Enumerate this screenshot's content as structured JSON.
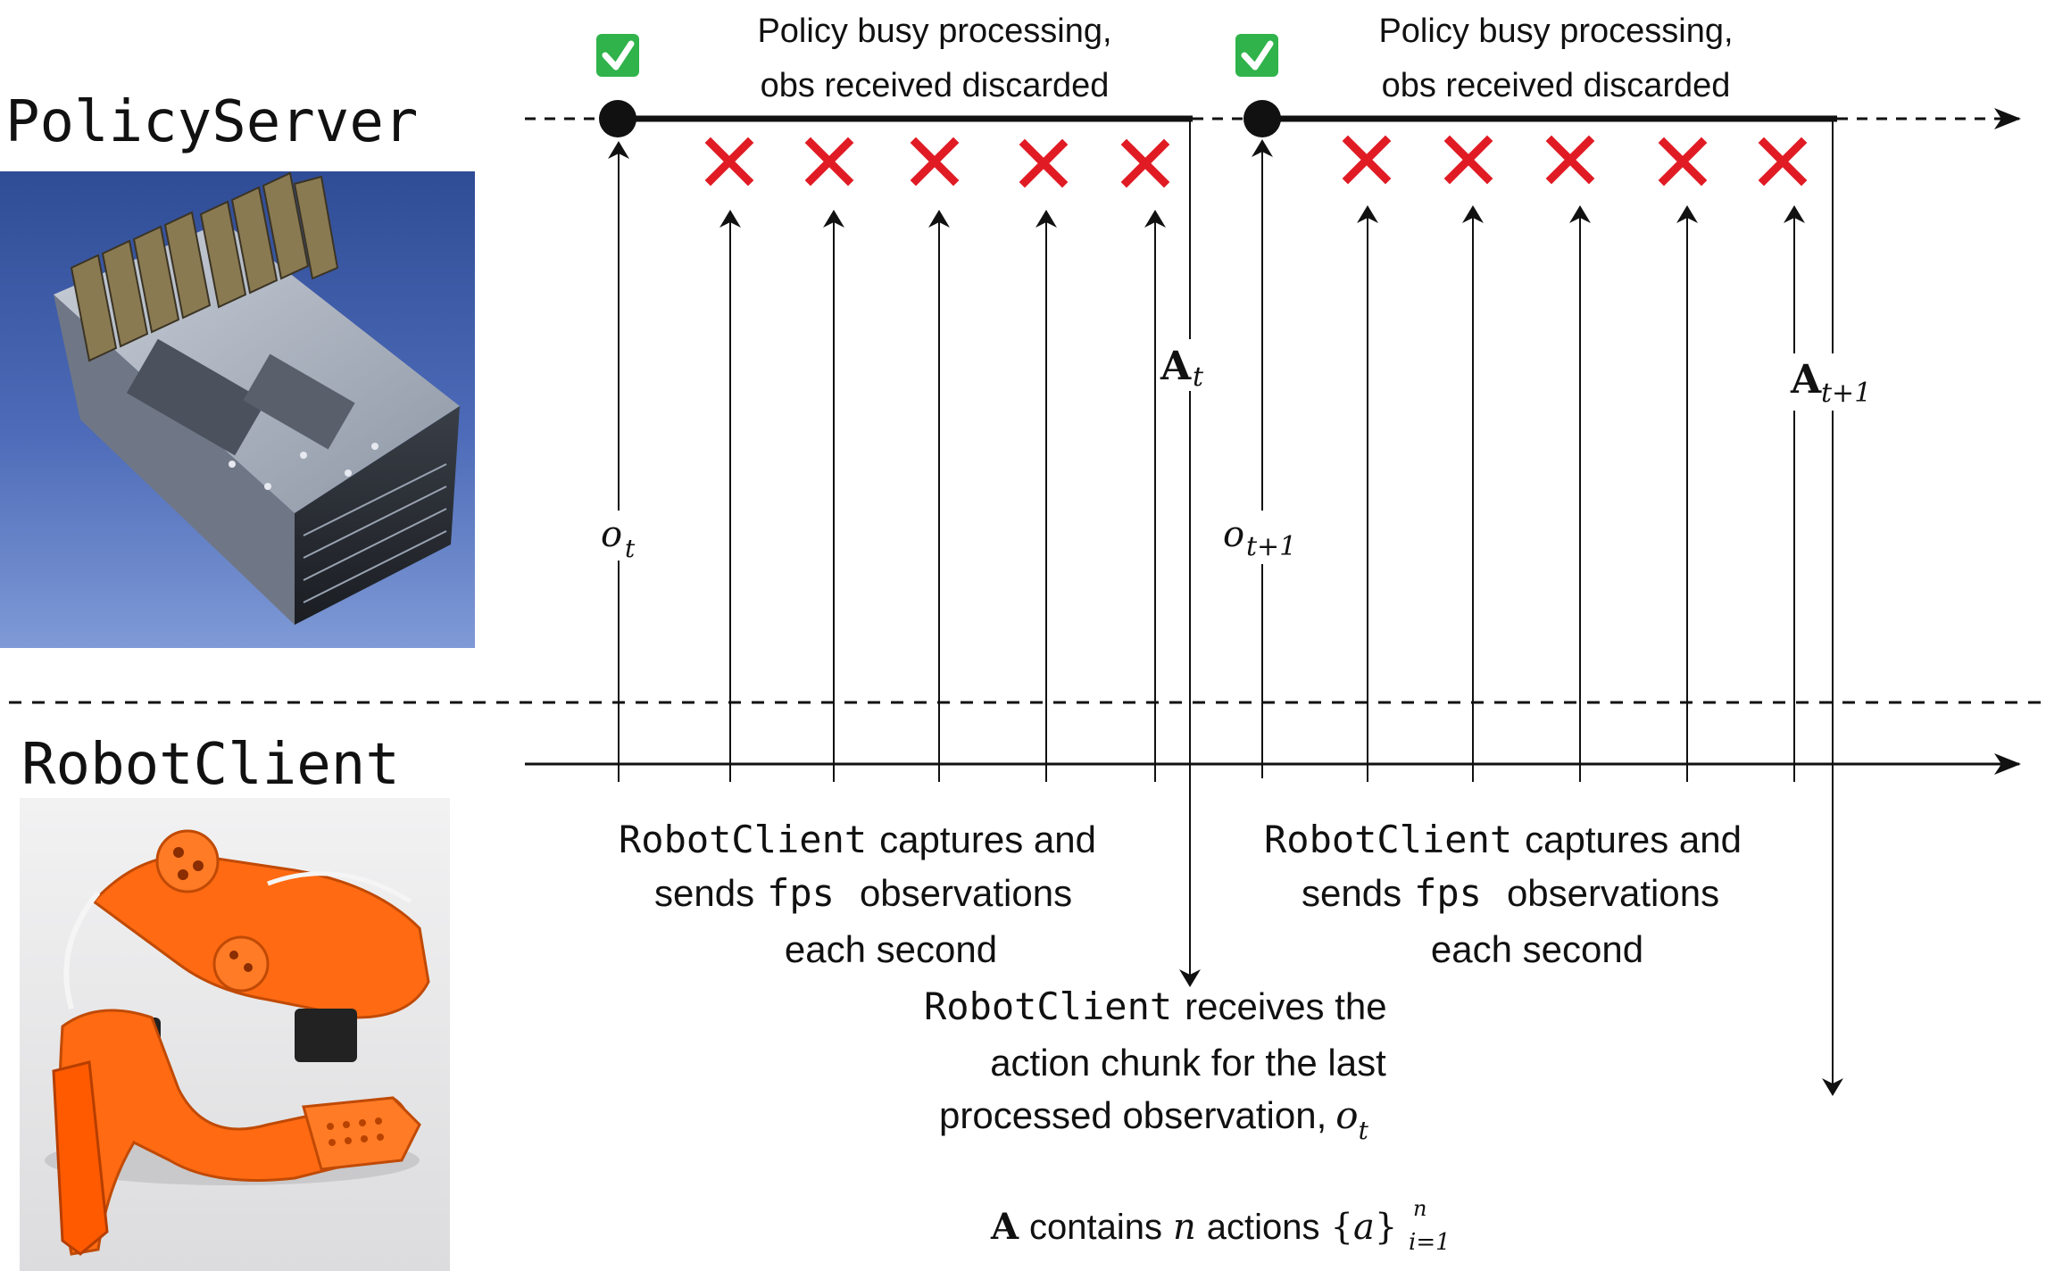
{
  "labels": {
    "server": "PolicyServer",
    "client": "RobotClient"
  },
  "status": {
    "busy_line1": "Policy busy processing,",
    "busy_line2": "obs received discarded",
    "accepted_icon": "check-mark-icon",
    "discarded_icon": "cross-icon"
  },
  "math": {
    "obs_symbol": "o",
    "obs_sub_1": "t",
    "obs_sub_2": "t+1",
    "action_symbol": "A",
    "action_sub_1": "t",
    "action_sub_2": "t+1"
  },
  "captions": {
    "capture_code": "RobotClient",
    "capture_rest1": "captures and",
    "capture_sends": "sends",
    "capture_fps": "fps",
    "capture_obs": "observations",
    "capture_each": "each second",
    "receive_code": "RobotClient",
    "receive_rest1": "receives the",
    "receive_line2": "action chunk for the last",
    "receive_line3": "processed observation,",
    "receive_obs_symbol": "o",
    "receive_obs_sub": "t"
  },
  "footnote": {
    "bold": "A",
    "contains": "contains",
    "n": "n",
    "actions": "actions",
    "set_left": "{",
    "set_a": "a",
    "set_right": "}",
    "sub": "i=1",
    "sup": "n"
  },
  "colors": {
    "line": "#111111",
    "cross": "#e01b24",
    "check_bg": "#2fb34a",
    "server_photo_bg": "#3d5aa0",
    "robot_photo_bg": "#e9e9ea",
    "robot_orange": "#ff6a12"
  }
}
